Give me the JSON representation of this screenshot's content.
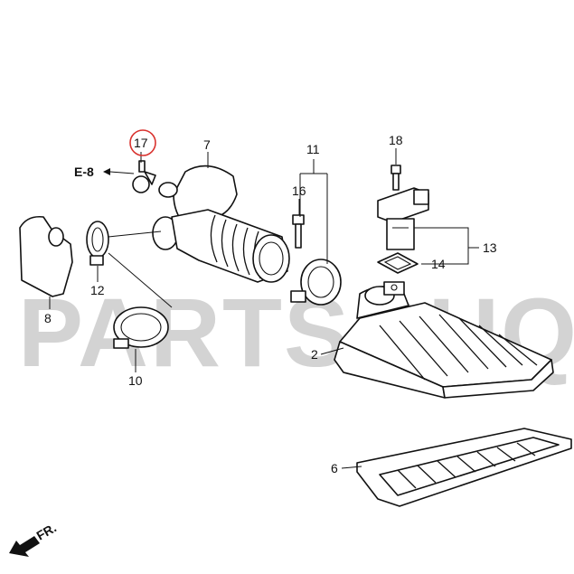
{
  "watermark": "PARTSOUQ",
  "callouts": {
    "p2": "2",
    "p6": "6",
    "p7": "7",
    "p8": "8",
    "p10": "10",
    "p11": "11",
    "p12": "12",
    "p13": "13",
    "p14": "14",
    "p16": "16",
    "p17": "17",
    "p18": "18"
  },
  "reference": "E-8",
  "front_indicator": "FR.",
  "colors": {
    "line": "#111111",
    "highlight_circle": "#d9322e",
    "watermark": "#d3d3d3"
  }
}
